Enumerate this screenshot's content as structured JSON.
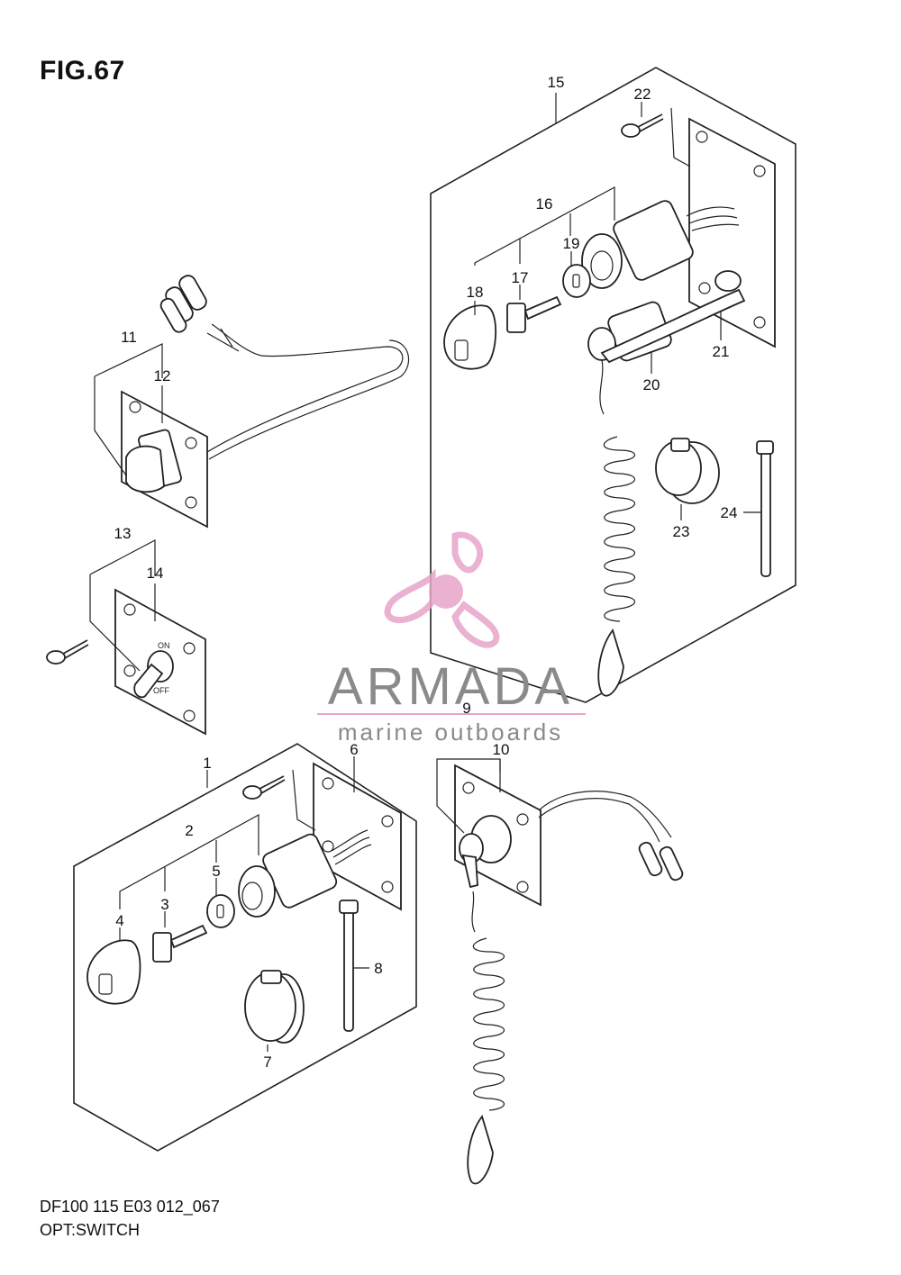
{
  "figure": {
    "title": "FIG.67",
    "model_code": "DF100 115 E03 012_067",
    "caption": "OPT:SWITCH"
  },
  "watermark": {
    "brand": "ARMADA",
    "tagline": "marine outboards",
    "logo_color": "#e8a4c9",
    "text_color": "#8a8a8a"
  },
  "callouts": [
    "1",
    "2",
    "3",
    "4",
    "5",
    "6",
    "7",
    "8",
    "9",
    "10",
    "11",
    "12",
    "13",
    "14",
    "15",
    "16",
    "17",
    "18",
    "19",
    "20",
    "21",
    "22",
    "23",
    "24"
  ]
}
